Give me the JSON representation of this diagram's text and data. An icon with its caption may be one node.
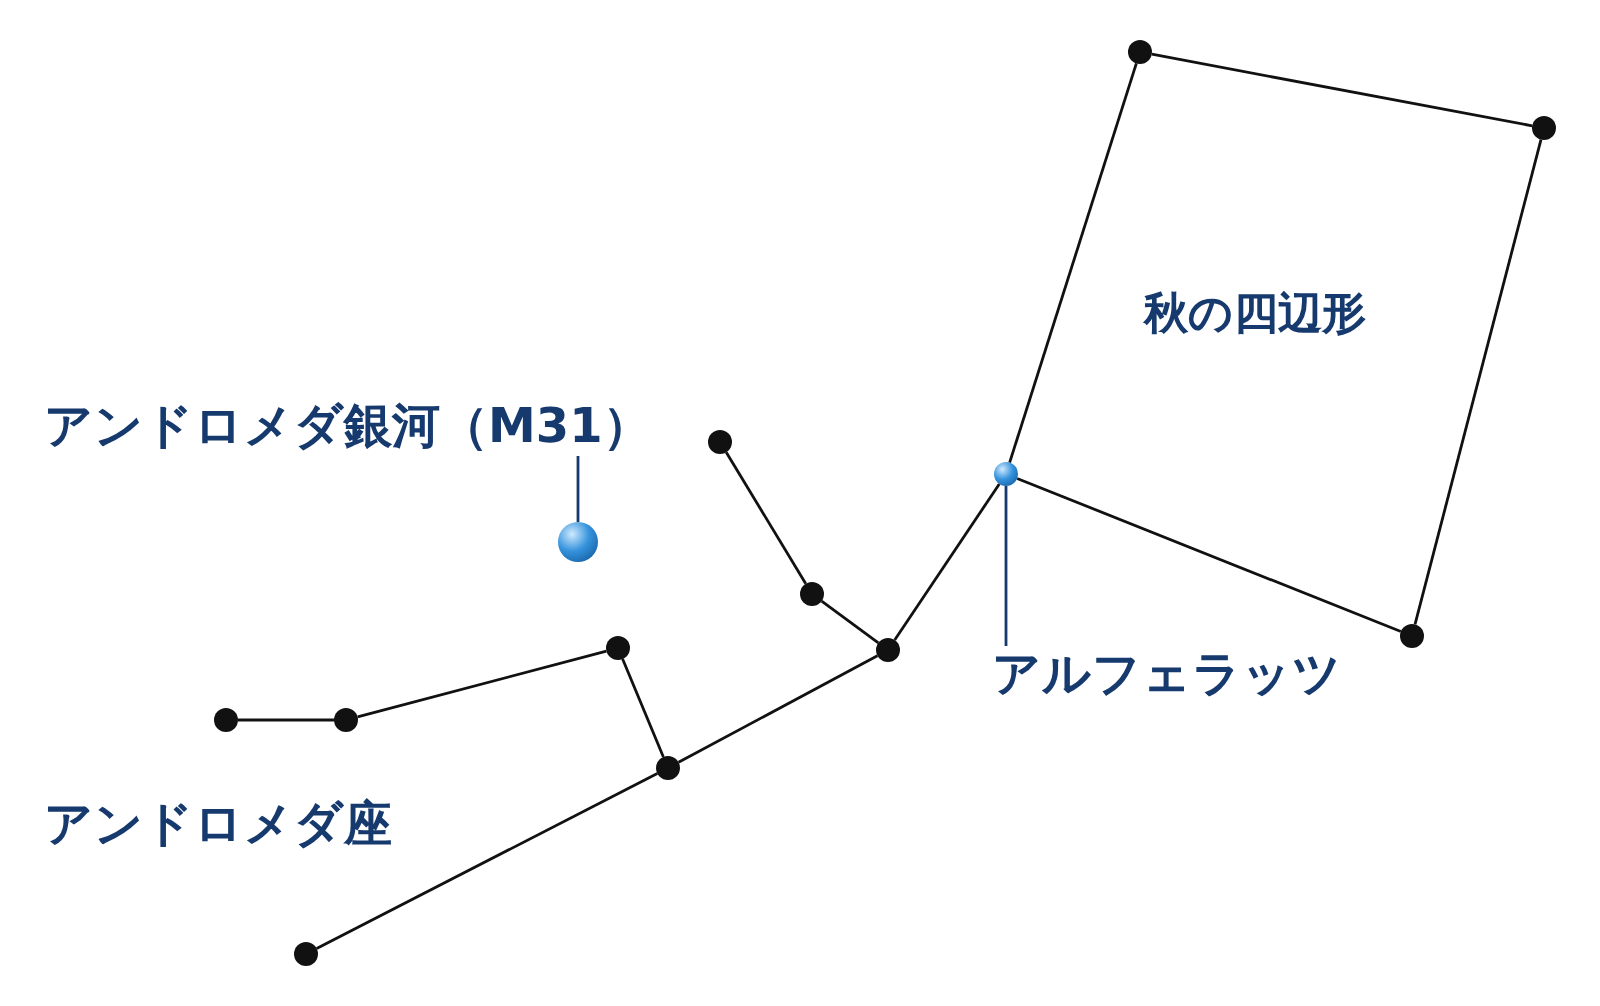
{
  "diagram": {
    "nodes": [
      {
        "text": [
          "アンドロメダ銀河（M31）"
        ]
      },
      {
        "text": [],
        "shape": "circle"
      },
      {
        "text": [
          "アルフェラッツ"
        ]
      },
      {
        "text": [],
        "shape": "circle"
      },
      {
        "text": [],
        "shape": "circle"
      },
      {
        "text": [],
        "shape": "circle"
      },
      {
        "text": [],
        "shape": "circle"
      },
      {
        "text": [],
        "shape": "circle"
      },
      {
        "text": [],
        "shape": "circle"
      },
      {
        "text": [],
        "shape": "circle"
      },
      {
        "text": [],
        "shape": "circle"
      },
      {
        "text": [],
        "shape": "circle"
      },
      {
        "text": [],
        "shape": "circle"
      },
      {
        "text": [],
        "shape": "circle"
      },
      {
        "text": [],
        "shape": "circle"
      }
    ],
    "edges": [
      {
        "from": 0,
        "to": 1,
        "arrow": "none",
        "color": "#163a6e"
      },
      {
        "from": 2,
        "to": 11,
        "arrow": "none",
        "color": "#163a6e"
      },
      {
        "from": 3,
        "to": 5,
        "arrow": "none"
      },
      {
        "from": 5,
        "to": 6,
        "arrow": "none"
      },
      {
        "from": 6,
        "to": 7,
        "arrow": "none"
      },
      {
        "from": 7,
        "to": 4,
        "arrow": "none"
      },
      {
        "from": 7,
        "to": 10,
        "arrow": "none"
      },
      {
        "from": 10,
        "to": 9,
        "arrow": "none"
      },
      {
        "from": 9,
        "to": 8,
        "arrow": "none"
      },
      {
        "from": 10,
        "to": 11,
        "arrow": "none"
      },
      {
        "from": 11,
        "to": 12,
        "arrow": "none"
      },
      {
        "from": 12,
        "to": 14,
        "arrow": "none"
      },
      {
        "from": 14,
        "to": 13,
        "arrow": "none"
      },
      {
        "from": 13,
        "to": 11,
        "arrow": "none"
      }
    ],
    "labels": [
      "秋の四辺形",
      "アンドロメダ座"
    ]
  }
}
